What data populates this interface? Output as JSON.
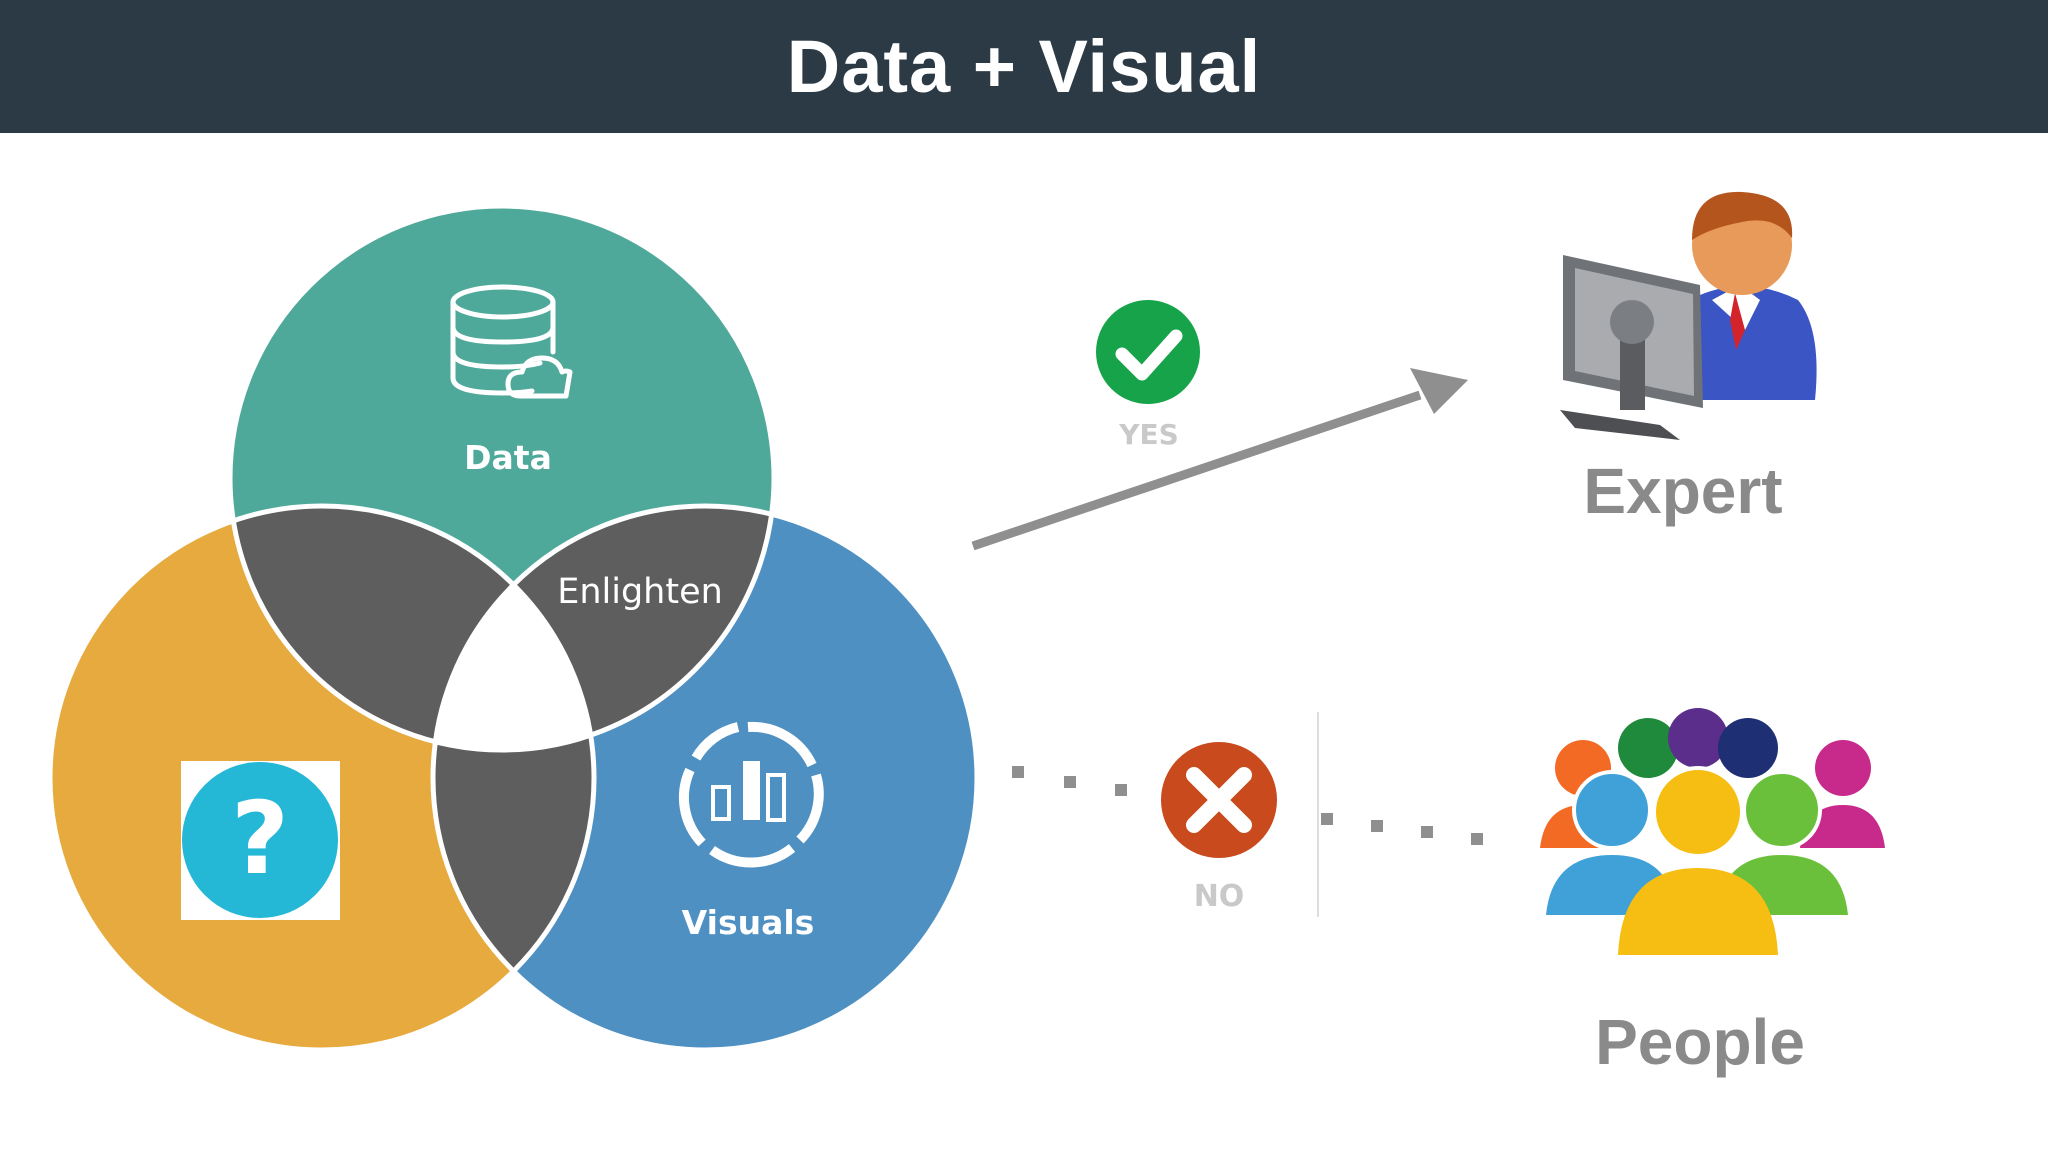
{
  "title": "Data + Visual",
  "venn": {
    "top_label": "Data",
    "right_label": "Visuals",
    "overlap_label": "Enlighten",
    "colors": {
      "data": "#4fa99a",
      "visuals": "#4f90c3",
      "question": "#e6aa3e",
      "overlap": "#5e5e5e"
    },
    "icons": {
      "data": "database-cloud-icon",
      "visuals": "bar-chart-ring-icon",
      "question": "question-mark-icon"
    }
  },
  "paths": {
    "yes_label": "YES",
    "no_label": "NO",
    "yes_icon": "check-circle-icon",
    "no_icon": "x-circle-icon",
    "yes_color": "#16a34a",
    "no_color": "#c94a1c"
  },
  "audiences": {
    "expert_label": "Expert",
    "people_label": "People",
    "expert_icon": "expert-at-computer-icon",
    "people_icon": "people-group-icon"
  }
}
